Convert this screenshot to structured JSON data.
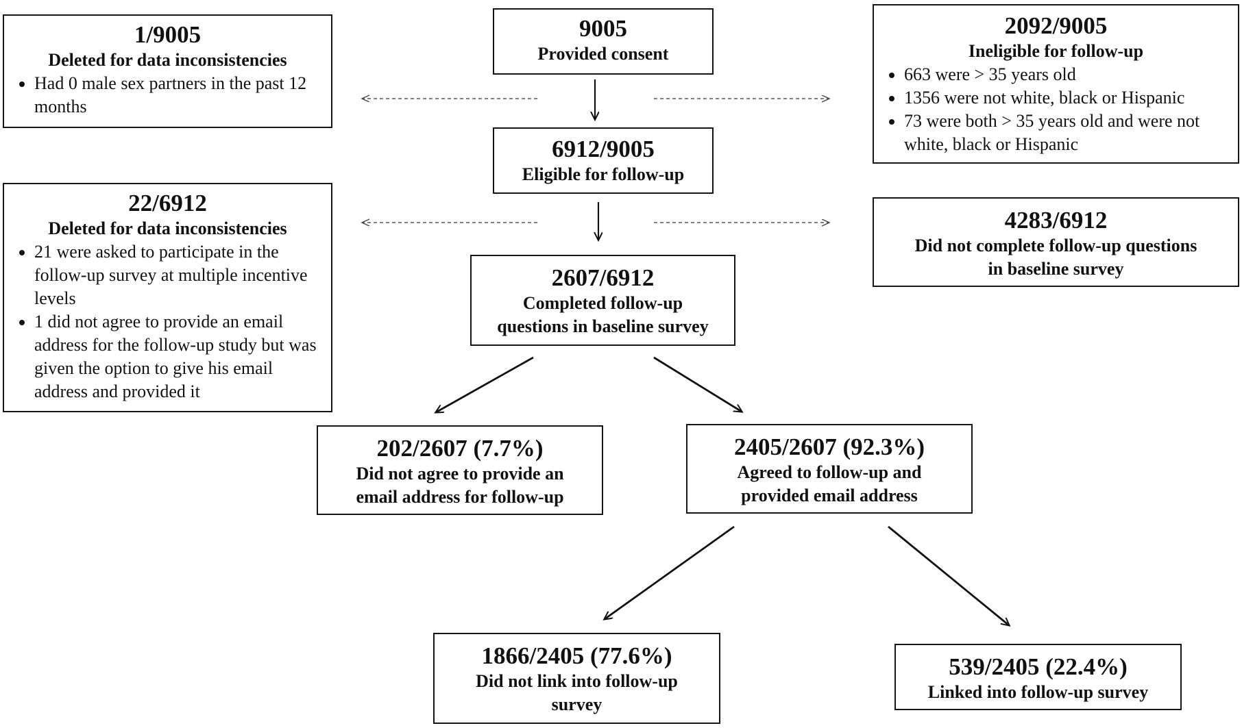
{
  "consent": {
    "count": "9005",
    "label": "Provided consent"
  },
  "deleted1": {
    "count": "1/9005",
    "label": "Deleted for data inconsistencies",
    "items": [
      "Had 0 male sex partners in the past 12 months"
    ]
  },
  "ineligible": {
    "count": "2092/9005",
    "label": "Ineligible for follow-up",
    "items": [
      "663 were > 35 years old",
      "1356 were not white, black or Hispanic",
      "73 were both > 35 years old and were not white, black or Hispanic"
    ]
  },
  "eligible": {
    "count": "6912/9005",
    "label": "Eligible for follow-up"
  },
  "deleted2": {
    "count": "22/6912",
    "label": "Deleted for data inconsistencies",
    "items": [
      "21 were asked to participate in the follow-up survey at multiple incentive levels",
      "1 did not agree to provide an email address for the follow-up study  but was given the option to give his email address and provided it"
    ]
  },
  "not_completed": {
    "count": "4283/6912",
    "label_line1": "Did not complete follow-up questions",
    "label_line2": "in baseline survey"
  },
  "completed": {
    "count": "2607/6912",
    "label_line1": "Completed follow-up",
    "label_line2": "questions in baseline survey"
  },
  "not_agree": {
    "count": "202/2607 (7.7%)",
    "label_line1": "Did not agree to provide an",
    "label_line2": "email address for follow-up"
  },
  "agreed": {
    "count": "2405/2607 (92.3%)",
    "label_line1": "Agreed to follow-up and",
    "label_line2": "provided email address"
  },
  "not_linked": {
    "count": "1866/2405 (77.6%)",
    "label_line1": "Did not link into follow-up",
    "label_line2": "survey"
  },
  "linked": {
    "count": "539/2405 (22.4%)",
    "label": "Linked into follow-up survey"
  }
}
